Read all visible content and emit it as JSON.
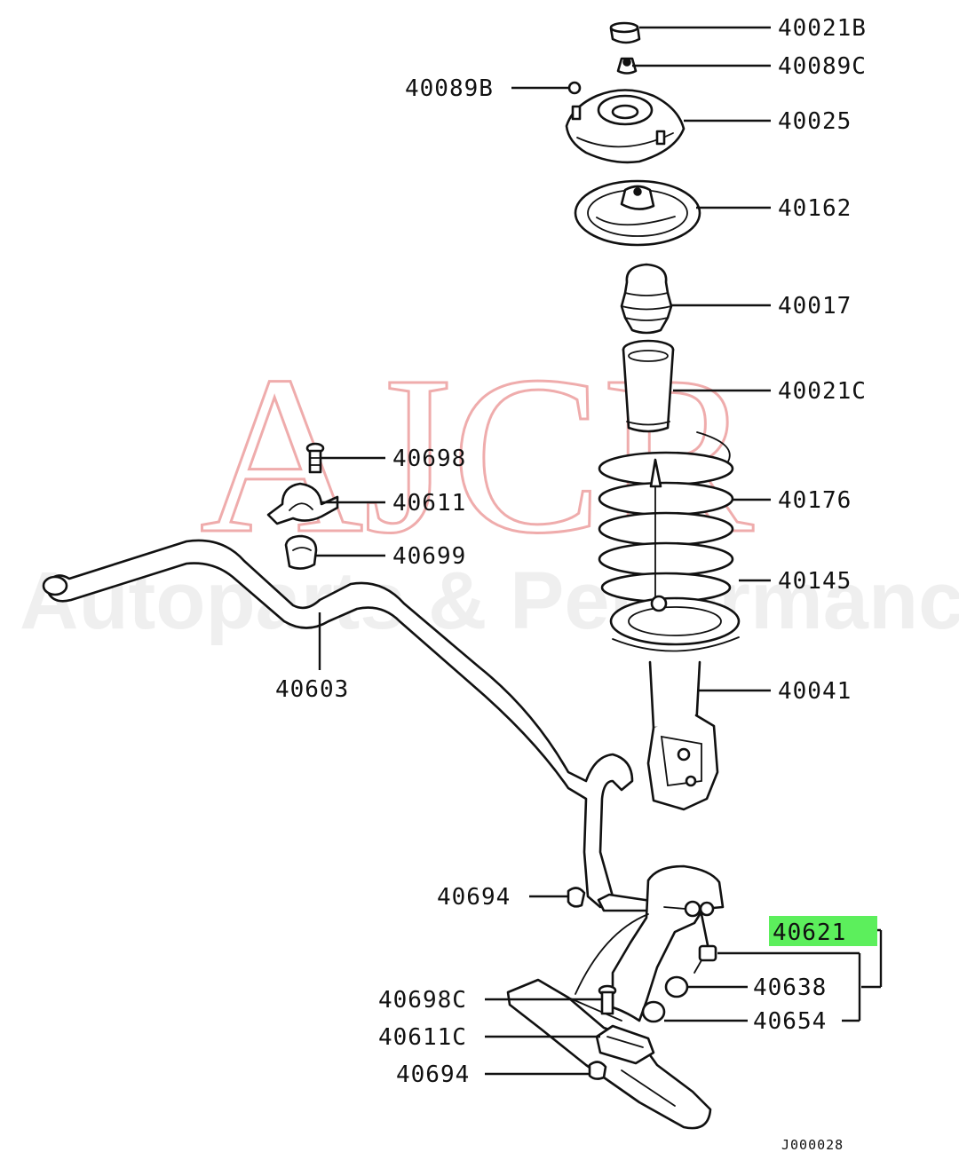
{
  "watermark": {
    "brand": "AJCR",
    "tagline": "Autoparts & Performance"
  },
  "diagram_code": "J000028",
  "highlight_color": "#5cef5c",
  "labels": {
    "p40021B": "40021B",
    "p40089C": "40089C",
    "p40089B": "40089B",
    "p40025": "40025",
    "p40162": "40162",
    "p40017": "40017",
    "p40021C": "40021C",
    "p40698": "40698",
    "p40611": "40611",
    "p40176": "40176",
    "p40699": "40699",
    "p40145": "40145",
    "p40603": "40603",
    "p40041": "40041",
    "p40694a": "40694",
    "p40621": "40621",
    "p40698C": "40698C",
    "p40638": "40638",
    "p40611C": "40611C",
    "p40654": "40654",
    "p40694b": "40694"
  }
}
